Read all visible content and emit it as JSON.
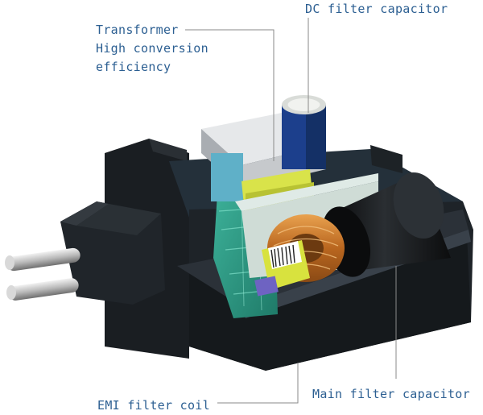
{
  "labels": {
    "transformer": [
      "Transformer",
      "High conversion",
      "efficiency"
    ],
    "dc_filter_capacitor": "DC filter capacitor",
    "emi_filter_coil": "EMI filter coil",
    "main_filter_capacitor": "Main filter capacitor"
  },
  "colors": {
    "label_text": "#2c5f92",
    "leader_line": "#8a8a8a",
    "housing": "#1e2328",
    "pcb": "#2f9a86",
    "coil_copper": "#c9782b",
    "transformer_core": "#d8dadc",
    "transformer_bobbin": "#d9e34a",
    "capacitor_body": "#121416",
    "dc_capacitor_sleeve": "#1c3f8c"
  }
}
